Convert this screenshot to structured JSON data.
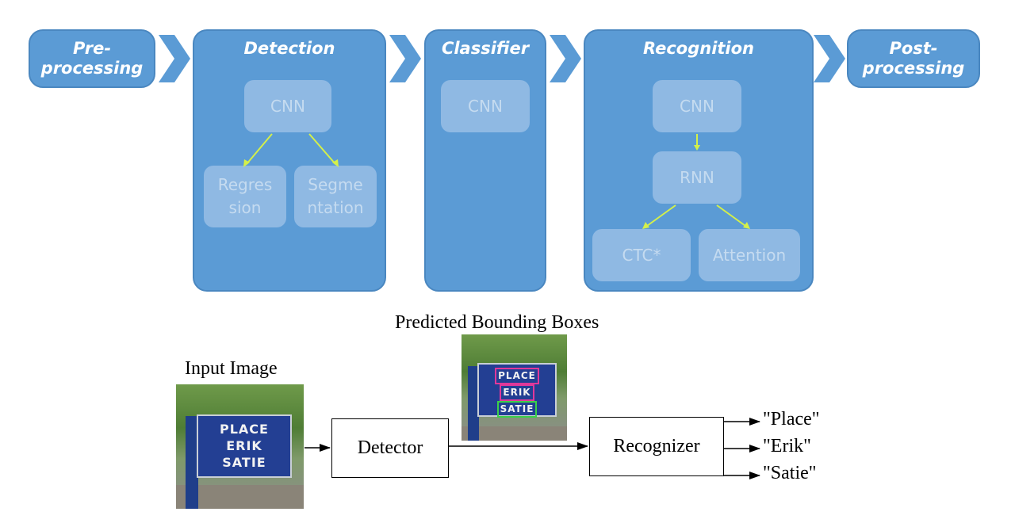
{
  "pipeline": {
    "pre": "Pre-\nprocessing",
    "detection": {
      "title": "Detection",
      "cnn": "CNN",
      "regression": "Regres\nsion",
      "segmentation": "Segme\nntation"
    },
    "classifier": {
      "title": "Classifier",
      "cnn": "CNN"
    },
    "recognition": {
      "title": "Recognition",
      "cnn": "CNN",
      "rnn": "RNN",
      "ctc": "CTC*",
      "attention": "Attention"
    },
    "post": "Post-\nprocessing"
  },
  "flow": {
    "input_label": "Input Image",
    "predicted_label": "Predicted Bounding Boxes",
    "detector": "Detector",
    "recognizer": "Recognizer",
    "outputs": [
      "\"Place\"",
      "\"Erik\"",
      "\"Satie\""
    ],
    "sign_words": [
      "PLACE",
      "ERIK",
      "SATIE"
    ]
  },
  "colors": {
    "stage": "#5b9bd5",
    "inner": "#8fb9e3",
    "arrow_green": "#d4f04a",
    "box_magenta": "#e0389a",
    "box_green": "#3ccf4a"
  }
}
